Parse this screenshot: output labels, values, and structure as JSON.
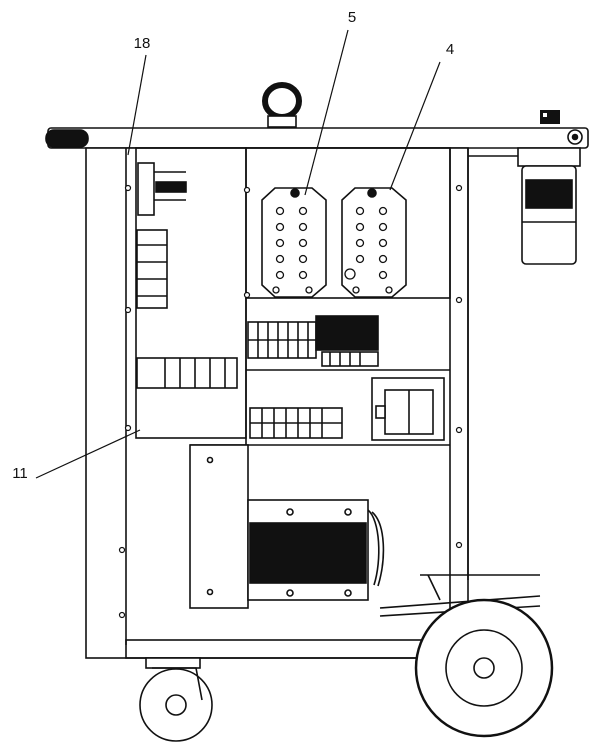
{
  "figure": {
    "callouts": {
      "c18": "18",
      "c5": "5",
      "c4": "4",
      "c11": "11"
    }
  }
}
